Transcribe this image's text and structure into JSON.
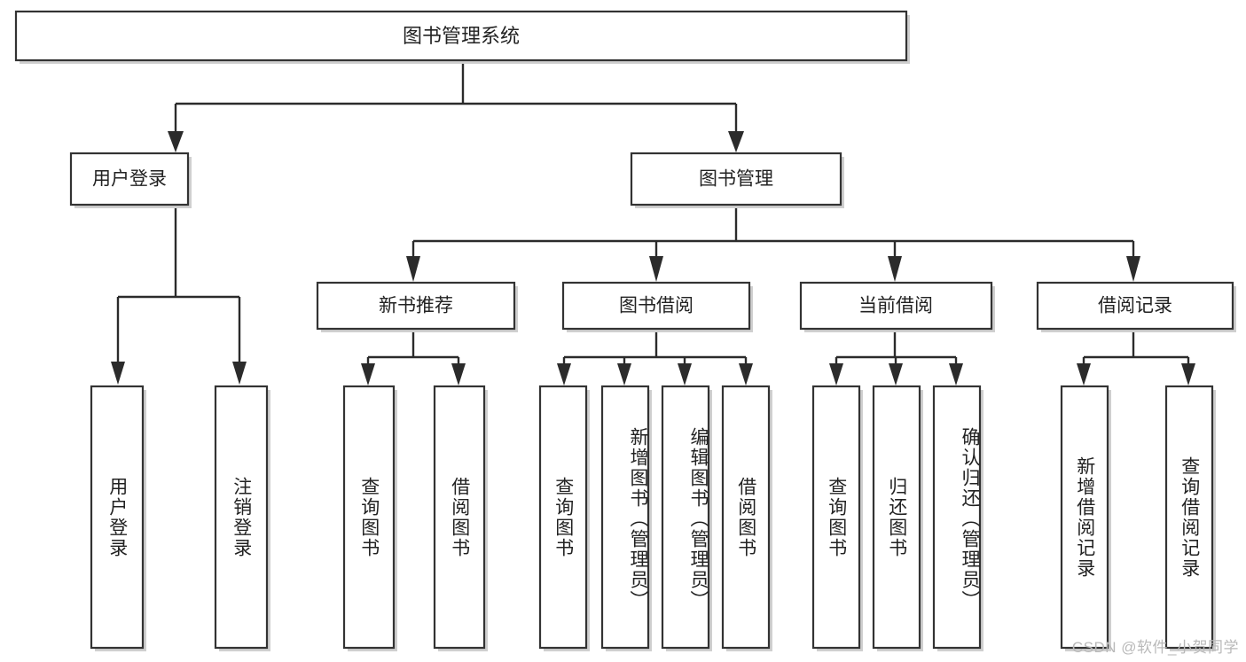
{
  "diagram": {
    "title": "图书管理系统",
    "type": "hierarchy-tree",
    "watermark": "CSDN @软件_小贺同学",
    "colors": {
      "background": "#ffffff",
      "box_border": "#333333",
      "box_fill": "#ffffff",
      "connector": "#2b2b2b",
      "shadow": "#cfcfcf",
      "text": "#222222",
      "watermark": "#b9b9b9"
    },
    "levels": {
      "root": {
        "label": "图书管理系统"
      },
      "level1": [
        {
          "id": "user-login",
          "label": "用户登录"
        },
        {
          "id": "book-management",
          "label": "图书管理"
        }
      ],
      "level2": [
        {
          "id": "new-book-recommend",
          "label": "新书推荐",
          "parent": "book-management"
        },
        {
          "id": "book-borrow",
          "label": "图书借阅",
          "parent": "book-management"
        },
        {
          "id": "current-borrow",
          "label": "当前借阅",
          "parent": "book-management"
        },
        {
          "id": "borrow-record",
          "label": "借阅记录",
          "parent": "book-management"
        }
      ],
      "leaves": [
        {
          "id": "leaf-user-login",
          "label": "用户登录",
          "parent": "user-login"
        },
        {
          "id": "leaf-user-logout",
          "label": "注销登录",
          "parent": "user-login"
        },
        {
          "id": "leaf-query-book-1",
          "label": "查询图书",
          "parent": "new-book-recommend"
        },
        {
          "id": "leaf-borrow-book-1",
          "label": "借阅图书",
          "parent": "new-book-recommend"
        },
        {
          "id": "leaf-query-book-2",
          "label": "查询图书",
          "parent": "book-borrow"
        },
        {
          "id": "leaf-add-book",
          "label": "新增图书（管理员）",
          "parent": "book-borrow"
        },
        {
          "id": "leaf-edit-book",
          "label": "编辑图书（管理员）",
          "parent": "book-borrow"
        },
        {
          "id": "leaf-borrow-book-2",
          "label": "借阅图书",
          "parent": "book-borrow"
        },
        {
          "id": "leaf-query-book-3",
          "label": "查询图书",
          "parent": "current-borrow"
        },
        {
          "id": "leaf-return-book",
          "label": "归还图书",
          "parent": "current-borrow"
        },
        {
          "id": "leaf-confirm-return",
          "label": "确认归还（管理员）",
          "parent": "current-borrow"
        },
        {
          "id": "leaf-add-record",
          "label": "新增借阅记录",
          "parent": "borrow-record"
        },
        {
          "id": "leaf-query-record",
          "label": "查询借阅记录",
          "parent": "borrow-record"
        }
      ]
    }
  }
}
